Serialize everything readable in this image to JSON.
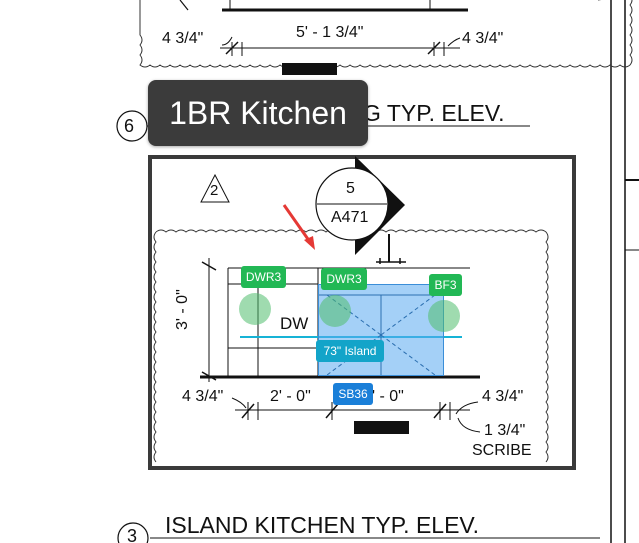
{
  "tooltip": {
    "label": "1BR Kitchen"
  },
  "upper_detail": {
    "dim_left": "4 3/4\"",
    "dim_mid": "5' - 1 3/4\"",
    "dim_right": "4 3/4\""
  },
  "detail_6": {
    "number": "6",
    "title_visible_fragment": "G TYP. ELEV."
  },
  "section_marker": {
    "number": "5",
    "sheet": "A471"
  },
  "revision_tag": {
    "label": "2"
  },
  "elevation": {
    "height_dim": "3' - 0\"",
    "dw_label": "DW",
    "dim_left": "4 3/4\"",
    "dim_1": "2' - 0\"",
    "dim_2_fragment": "' - 0\"",
    "dim_right": "4 3/4\"",
    "scribe_dim": "1 3/4\"",
    "scribe_label": "SCRIBE"
  },
  "markers": [
    {
      "label": "DWR3",
      "color": "#22b855"
    },
    {
      "label": "DWR3",
      "color": "#22b855"
    },
    {
      "label": "BF3",
      "color": "#22b855"
    },
    {
      "label": "73\" Island",
      "color": "#13a4c9"
    },
    {
      "label": "SB36",
      "color": "#1a7fd8"
    }
  ],
  "detail_3": {
    "number": "3",
    "title": "ISLAND KITCHEN TYP. ELEV."
  },
  "colors": {
    "arrow": "#e53935",
    "tooltip_bg": "#3b3b3b"
  }
}
